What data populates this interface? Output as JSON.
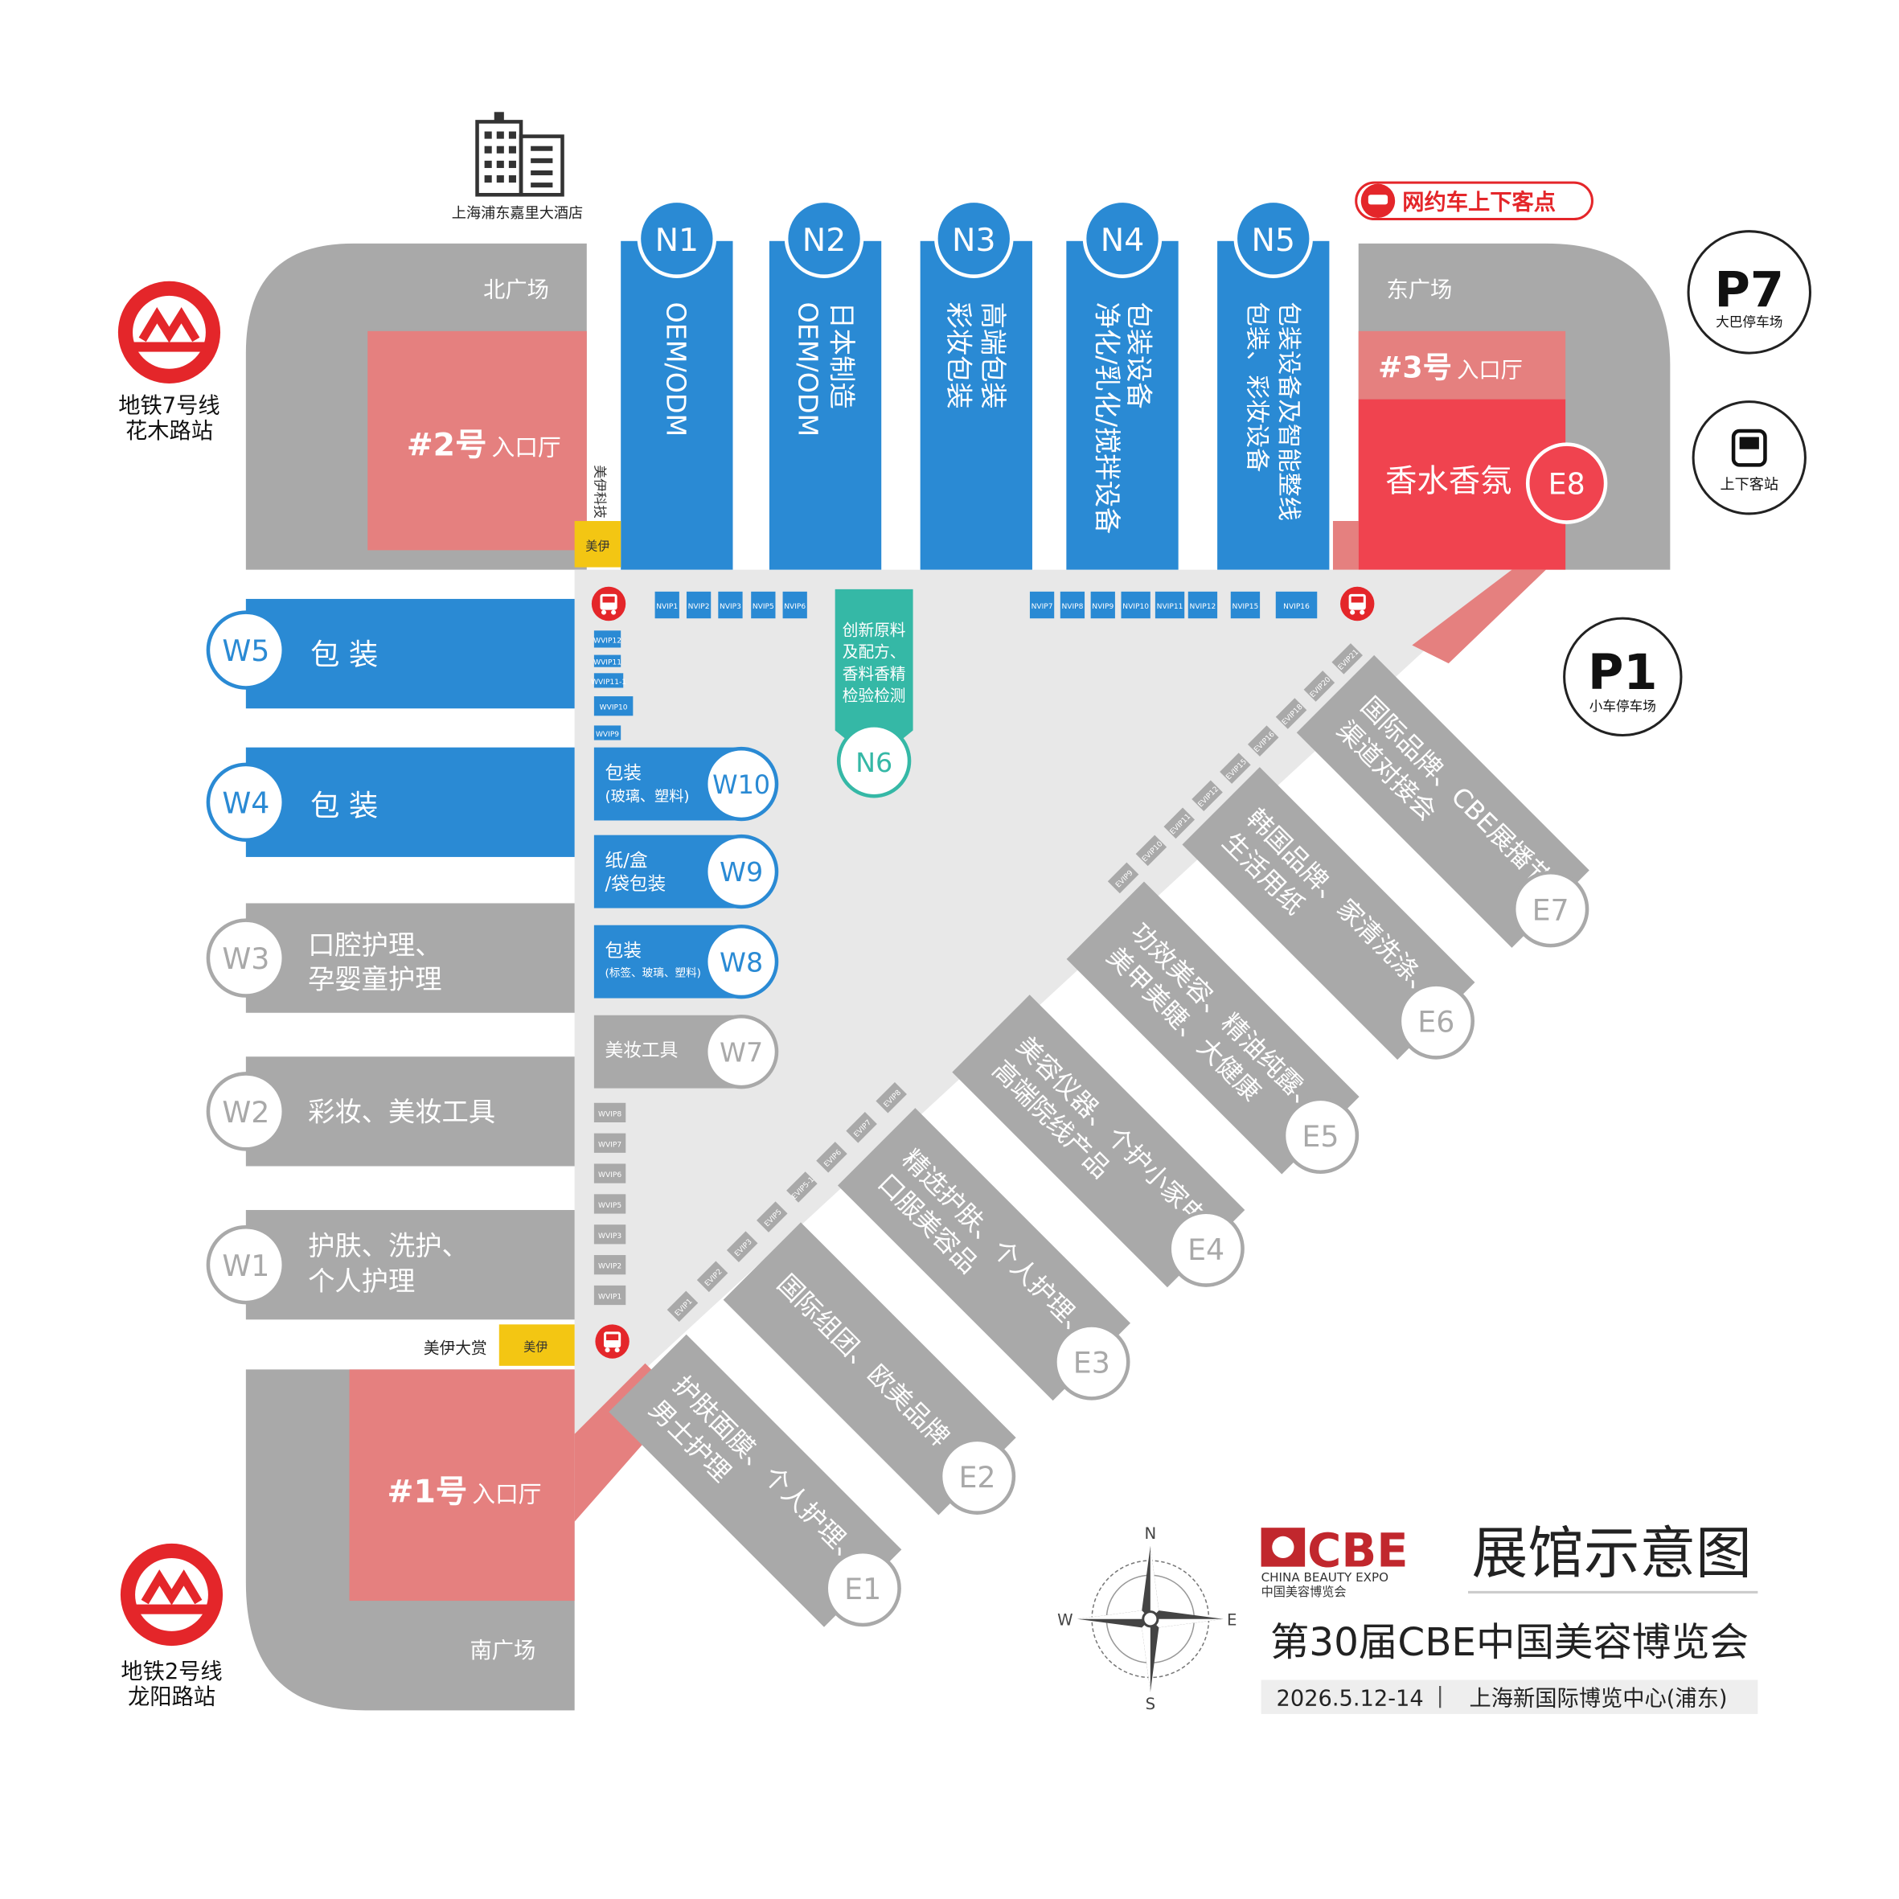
{
  "title": {
    "main": "展馆示意图",
    "event": "第30届CBE中国美容博览会",
    "dates": "2026.5.12-14",
    "venue": "上海新国际博览中心(浦东)",
    "logo_text": "CBE",
    "logo_en": "CHINA BEAUTY EXPO",
    "logo_cn": "中国美容博览会"
  },
  "compass": {
    "n": "N",
    "s": "S",
    "e": "E",
    "w": "W"
  },
  "landmarks": {
    "hotel": "上海浦东嘉里大酒店",
    "rideshare": "网约车上下客点",
    "p7": "P7",
    "p7_label": "大巴停车场",
    "p1": "P1",
    "p1_label": "小车停车场",
    "bus_stop": "上下客站",
    "metro7_line1": "地铁7号线",
    "metro7_line2": "花木路站",
    "metro2_line1": "地铁2号线",
    "metro2_line2": "龙阳路站"
  },
  "plazas": {
    "north": "北广场",
    "east": "东广场",
    "south": "南广场"
  },
  "entrances": {
    "e1": {
      "num": "#1号",
      "label": "入口厅"
    },
    "e2": {
      "num": "#2号",
      "label": "入口厅"
    },
    "e3": {
      "num": "#3号",
      "label": "入口厅"
    }
  },
  "sponsors": {
    "top": "美伊科技",
    "bottom": "美伊大赏",
    "brand": "美伊"
  },
  "north_halls": [
    {
      "id": "N1",
      "lines": [
        "OEM/ODM"
      ]
    },
    {
      "id": "N2",
      "lines": [
        "日本制造",
        "OEM/ODM"
      ]
    },
    {
      "id": "N3",
      "lines": [
        "高端包装",
        "彩妆包装"
      ]
    },
    {
      "id": "N4",
      "lines": [
        "包装设备",
        "净化/乳化/搅拌设备"
      ]
    },
    {
      "id": "N5",
      "lines": [
        "包装设备及智能整线",
        "包装、彩妆设备"
      ]
    }
  ],
  "e8": {
    "id": "E8",
    "name": "香水香氛"
  },
  "west_halls": [
    {
      "id": "W5",
      "lines": [
        "包 装"
      ],
      "color": "#2a8ad4"
    },
    {
      "id": "W4",
      "lines": [
        "包 装"
      ],
      "color": "#2a8ad4"
    },
    {
      "id": "W3",
      "lines": [
        "口腔护理、",
        "孕婴童护理"
      ],
      "color": "#a9a9a9"
    },
    {
      "id": "W2",
      "lines": [
        "彩妆、美妆工具"
      ],
      "color": "#a9a9a9"
    },
    {
      "id": "W1",
      "lines": [
        "护肤、洗护、",
        "个人护理"
      ],
      "color": "#a9a9a9"
    }
  ],
  "inner_halls": [
    {
      "id": "W10",
      "name": "包装",
      "sub": "(玻璃、塑料)"
    },
    {
      "id": "W9",
      "name": "纸/盒",
      "sub": "/袋包装"
    },
    {
      "id": "W8",
      "name": "包装",
      "sub": "(标签、玻璃、塑料)"
    },
    {
      "id": "W7",
      "name": "美妆工具",
      "sub": ""
    }
  ],
  "n6": {
    "id": "N6",
    "lines": [
      "创新原料",
      "及配方、",
      "香料香精",
      "检验检测"
    ]
  },
  "east_halls": [
    {
      "id": "E7",
      "lines": [
        "国际品牌、CBE展播节-",
        "渠道对接会"
      ]
    },
    {
      "id": "E6",
      "lines": [
        "韩国品牌、家清洗涤、",
        "生活用纸"
      ]
    },
    {
      "id": "E5",
      "lines": [
        "功效美容、精油纯露、",
        "美甲美睫、大健康"
      ]
    },
    {
      "id": "E4",
      "lines": [
        "美容仪器、个护小家电、",
        "高端院线产品"
      ]
    },
    {
      "id": "E3",
      "lines": [
        "精选护肤、个人护理、",
        "口服美容品"
      ]
    },
    {
      "id": "E2",
      "lines": [
        "国际组团、欧美品牌"
      ]
    },
    {
      "id": "E1",
      "lines": [
        "护肤面膜、个人护理、",
        "男士护理"
      ]
    }
  ],
  "vip": {
    "nvip": [
      "NVIP1",
      "NVIP2",
      "NVIP3",
      "NVIP5",
      "NVIP6",
      "NVIP7",
      "NVIP8",
      "NVIP9",
      "NVIP10",
      "NVIP11",
      "NVIP12",
      "NVIP15",
      "NVIP16"
    ],
    "wvip_top": [
      "WVIP12",
      "WVIP11",
      "WVIP11-1",
      "WVIP10",
      "WVIP9"
    ],
    "wvip_bottom": [
      "WVIP8",
      "WVIP7",
      "WVIP6",
      "WVIP5",
      "WVIP3",
      "WVIP2",
      "WVIP1"
    ],
    "evip_lower": [
      "EVIP1",
      "EVIP2",
      "EVIP3",
      "EVIP5",
      "EVIP5-1",
      "EVIP6",
      "EVIP7",
      "EVIP8"
    ],
    "evip_upper": [
      "EVIP9",
      "EVIP10",
      "EVIP11",
      "EVIP12",
      "EVIP15",
      "EVIP16",
      "EVIP18",
      "EVIP20",
      "EVIP21"
    ]
  },
  "colors": {
    "blue_hall": "#2a8ad4",
    "grey_hall": "#a9a9a9",
    "entrance_pink": "#e5807f",
    "e8_red": "#f0434f",
    "n6_teal": "#35b8a6",
    "metro_red": "#e4262a",
    "sponsor_yellow": "#f3c613",
    "concourse": "#e8e8e8"
  }
}
